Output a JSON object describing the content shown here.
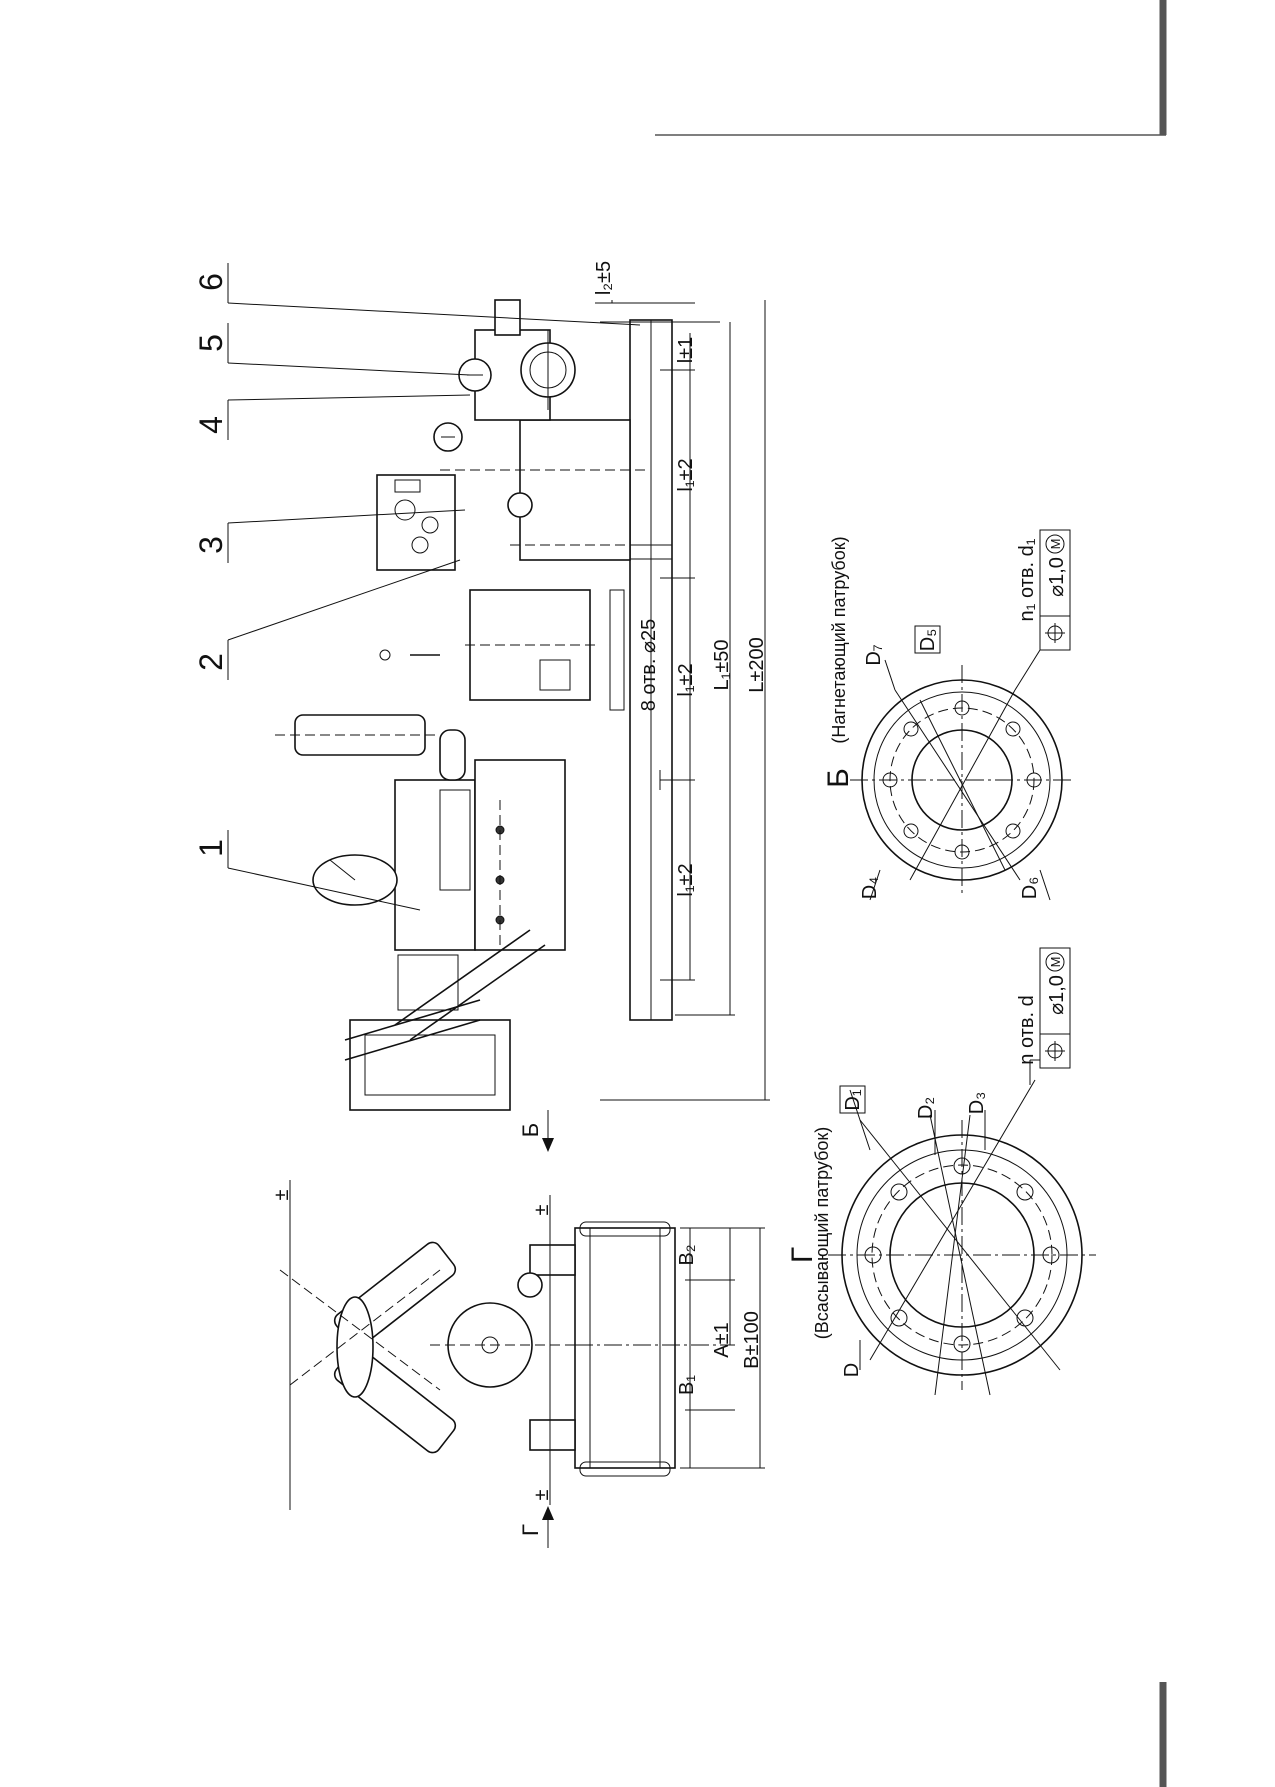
{
  "callouts": [
    "1",
    "2",
    "3",
    "4",
    "5",
    "6"
  ],
  "dims": {
    "l2": "l₂±5",
    "l_pm1": "l±1",
    "l1_a": "l₁±2",
    "l1_b": "l₁±2",
    "l1_c": "l₁±2",
    "holes8": "8 отв. ⌀25",
    "L1": "L₁±50",
    "L": "L±200",
    "A": "A±1",
    "B": "B±100",
    "B1": "B₁",
    "B2": "B₂",
    "pm_top": "±",
    "pm_mid": "±",
    "pm_bot": "±"
  },
  "arrows": {
    "b": "Б",
    "g": "Г"
  },
  "suction": {
    "letter": "Г",
    "caption": "(Всасывающий патрубок)",
    "D": "D",
    "D1": "D₁",
    "D2": "D₂",
    "D3": "D₃",
    "holes": "n отв. d",
    "tol": "⌀1,0",
    "tol_m": "M"
  },
  "discharge": {
    "letter": "Б",
    "caption": "(Нагнетающий патрубок)",
    "D4": "D₄",
    "D5": "D₅",
    "D6": "D₆",
    "D7": "D₇",
    "holes": "n₁ отв. d₁",
    "tol": "⌀1,0",
    "tol_m": "M"
  }
}
